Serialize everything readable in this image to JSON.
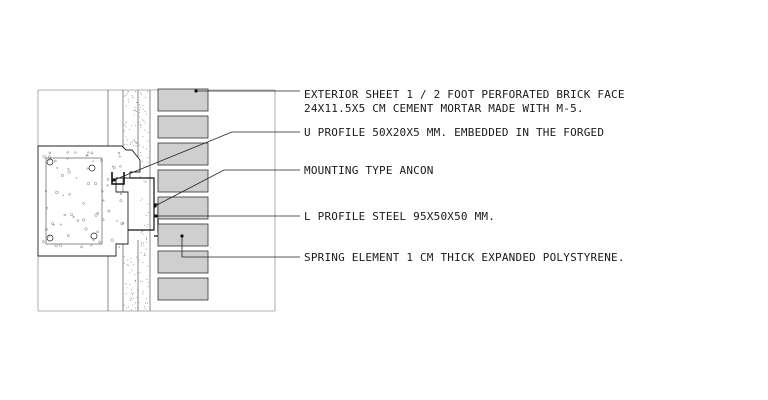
{
  "colors": {
    "line": "#222222",
    "light_line": "#9a9a9a",
    "brick": "#cfcfcf",
    "brick_stroke": "#333333",
    "concrete_dots": "#777777"
  },
  "annotations": [
    {
      "id": "brick-face",
      "lines": [
        "EXTERIOR SHEET 1 / 2 FOOT PERFORATED BRICK FACE",
        "24X11.5X5 CM CEMENT MORTAR MADE WITH M-5."
      ]
    },
    {
      "id": "u-profile",
      "lines": [
        "U PROFILE 50X20X5 MM. EMBEDDED IN THE FORGED"
      ]
    },
    {
      "id": "ancon",
      "lines": [
        "MOUNTING TYPE ANCON"
      ]
    },
    {
      "id": "l-profile",
      "lines": [
        "L PROFILE STEEL 95X50X50 MM."
      ]
    },
    {
      "id": "spring",
      "lines": [
        "SPRING ELEMENT 1 CM THICK EXPANDED POLYSTYRENE."
      ]
    }
  ]
}
